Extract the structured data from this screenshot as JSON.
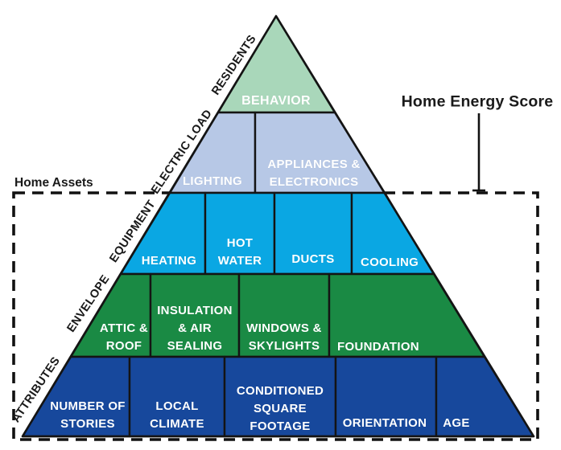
{
  "title": "Home Energy Score",
  "assets_box_label": "Home Assets",
  "colors": {
    "stroke": "#141414",
    "label_text": "#ffffff",
    "annotation_text": "#1a1a1a",
    "background": "#ffffff"
  },
  "pyramid": {
    "layers": [
      {
        "side_label": "RESIDENTS",
        "color": "#a9d7ba",
        "cells": [
          {
            "label": "BEHAVIOR"
          }
        ]
      },
      {
        "side_label": "ELECTRIC LOAD",
        "color": "#b7c8e6",
        "cells": [
          {
            "label": "LIGHTING"
          },
          {
            "label": "APPLIANCES &\nELECTRONICS"
          }
        ]
      },
      {
        "side_label": "EQUIPMENT",
        "color": "#0aa7e3",
        "cells": [
          {
            "label": "HEATING"
          },
          {
            "label": "HOT\nWATER"
          },
          {
            "label": "DUCTS"
          },
          {
            "label": "COOLING"
          }
        ]
      },
      {
        "side_label": "ENVELOPE",
        "color": "#1a8a44",
        "cells": [
          {
            "label": "ATTIC &\nROOF"
          },
          {
            "label": "INSULATION\n& AIR\nSEALING"
          },
          {
            "label": "WINDOWS &\nSKYLIGHTS"
          },
          {
            "label": "FOUNDATION"
          }
        ]
      },
      {
        "side_label": "ATTRIBUTES",
        "color": "#17489c",
        "cells": [
          {
            "label": "NUMBER OF\nSTORIES"
          },
          {
            "label": "LOCAL\nCLIMATE"
          },
          {
            "label": "CONDITIONED\nSQUARE\nFOOTAGE"
          },
          {
            "label": "ORIENTATION"
          },
          {
            "label": "AGE"
          }
        ]
      }
    ]
  }
}
